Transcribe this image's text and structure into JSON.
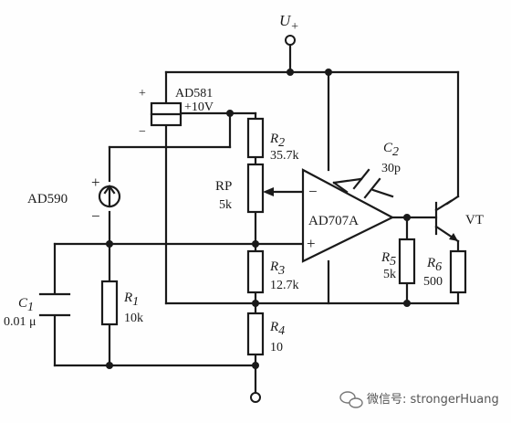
{
  "labels": {
    "supply": "U",
    "supply_sub": "+",
    "reference_ic": "AD581",
    "reference_plus": "+",
    "reference_minus": "−",
    "reference_out": "+10V",
    "sensor_ic": "AD590",
    "sensor_plus": "+",
    "sensor_minus": "−",
    "r2_name": "R",
    "r2_sub": "2",
    "r2_value": "35.7k",
    "rp_name": "RP",
    "rp_value": "5k",
    "r3_name": "R",
    "r3_sub": "3",
    "r3_value": "12.7k",
    "r4_name": "R",
    "r4_sub": "4",
    "r4_value": "10",
    "r1_name": "R",
    "r1_sub": "1",
    "r1_value": "10k",
    "c1_name": "C",
    "c1_sub": "1",
    "c1_value": "0.01 μ",
    "c2_name": "C",
    "c2_sub": "2",
    "c2_value": "30p",
    "opamp": "AD707A",
    "opamp_minus": "−",
    "opamp_plus": "+",
    "r5_name": "R",
    "r5_sub": "5",
    "r5_value": "5k",
    "r6_name": "R",
    "r6_sub": "6",
    "r6_value": "500",
    "transistor": "VT",
    "watermark": "微信号: strongerHuang"
  }
}
